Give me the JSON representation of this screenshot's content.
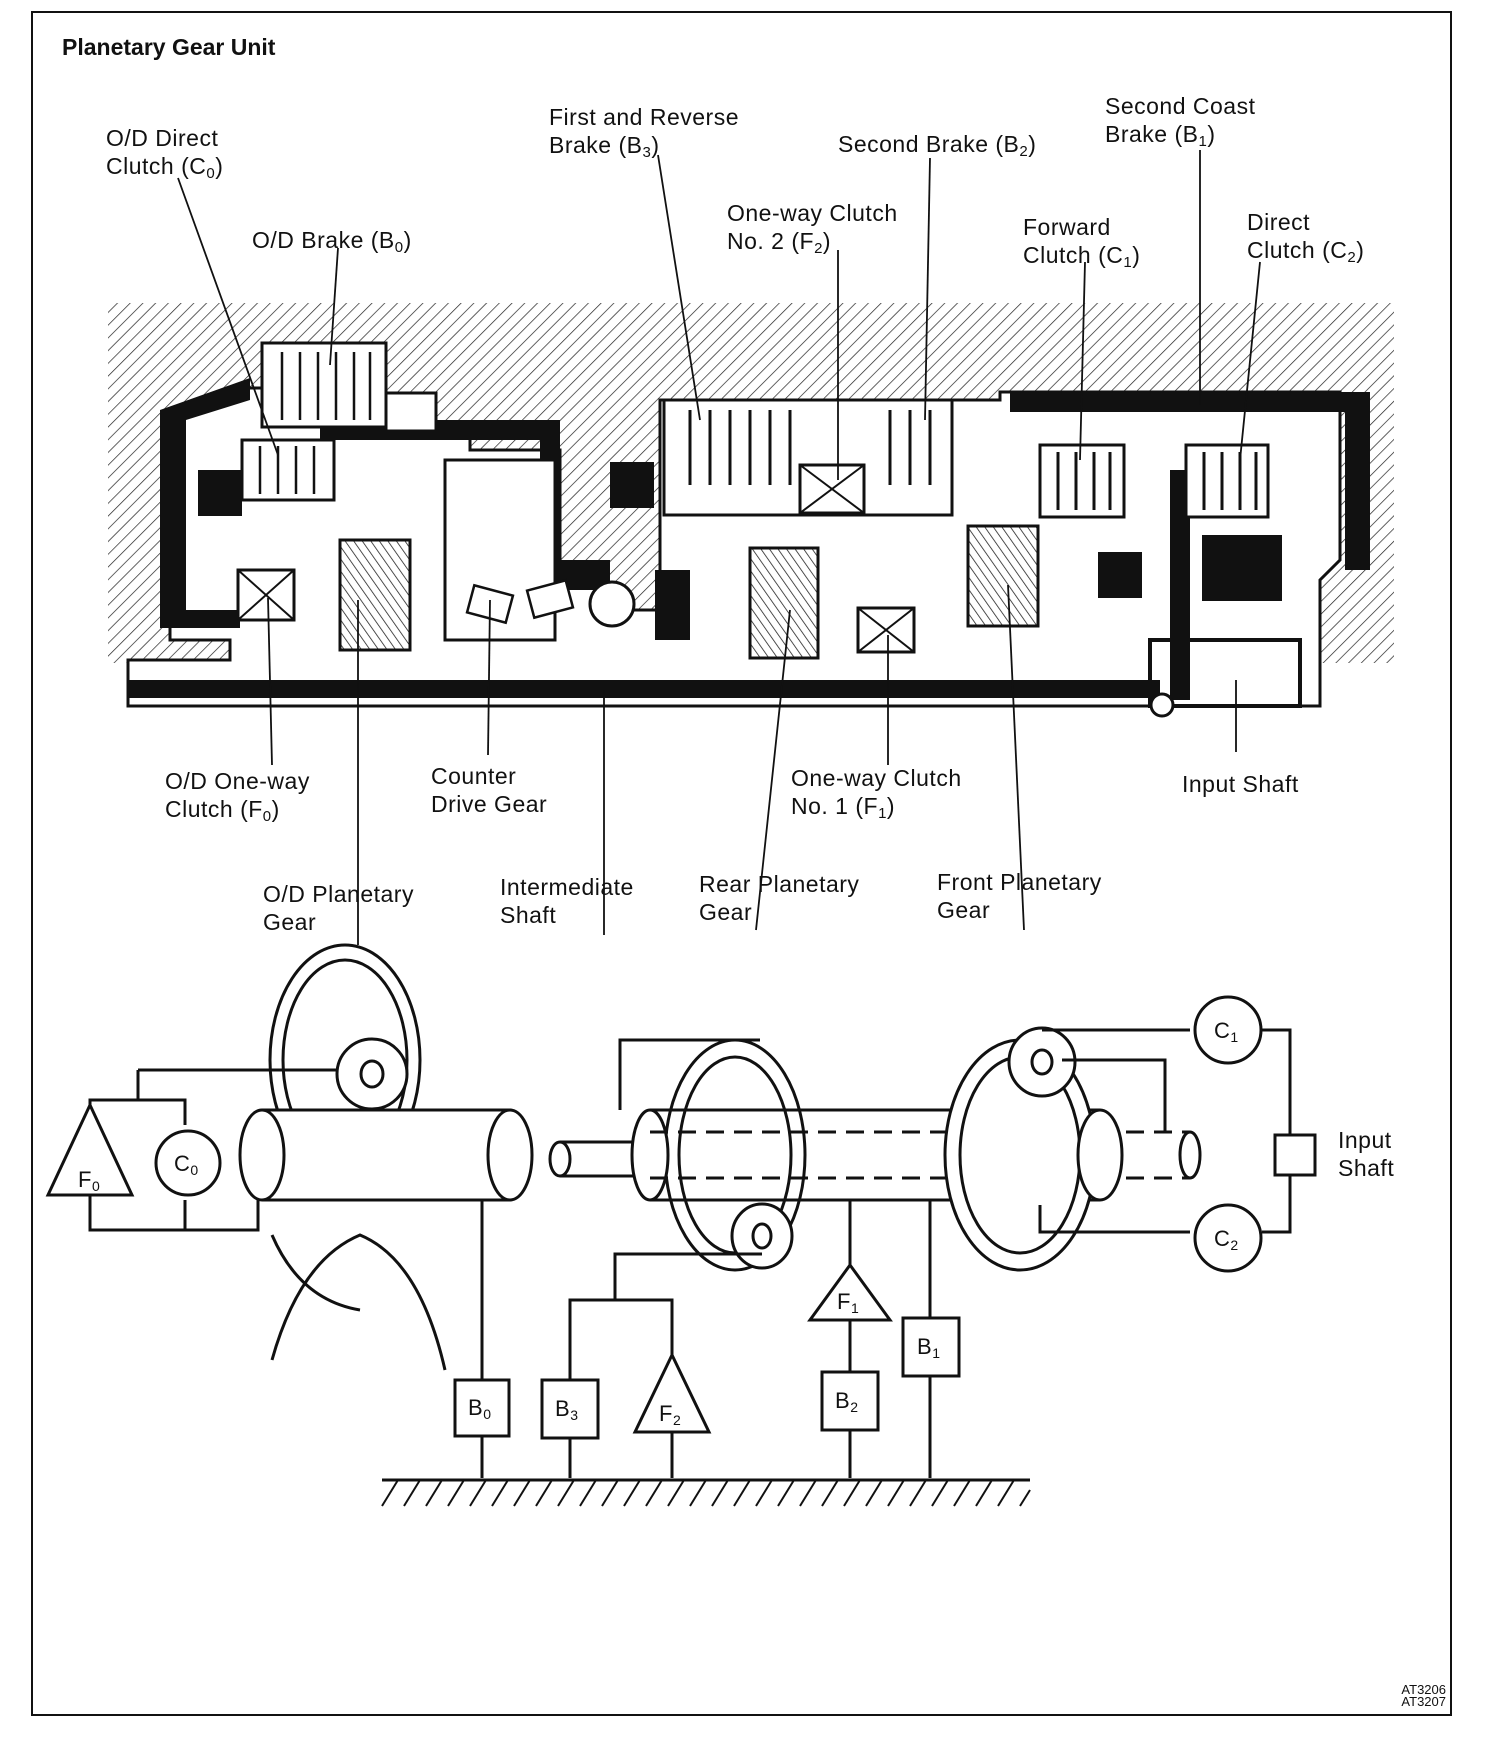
{
  "title": "Planetary Gear Unit",
  "codes": [
    "AT3206",
    "AT3207"
  ],
  "labels": {
    "od_direct_clutch": [
      "O/D Direct",
      "Clutch (C",
      "0",
      ")"
    ],
    "od_brake": [
      "O/D Brake (B",
      "0",
      ")"
    ],
    "first_reverse_brake": [
      "First and Reverse",
      "Brake (B",
      "3",
      ")"
    ],
    "second_brake": [
      "Second Brake (B",
      "2",
      ")"
    ],
    "oneway_clutch_2": [
      "One-way Clutch",
      "No. 2 (F",
      "2",
      ")"
    ],
    "second_coast_brake": [
      "Second Coast",
      "Brake (B",
      "1",
      ")"
    ],
    "forward_clutch": [
      "Forward",
      "Clutch (C",
      "1",
      ")"
    ],
    "direct_clutch": [
      "Direct",
      "Clutch (C",
      "2",
      ")"
    ],
    "od_oneway_clutch": [
      "O/D One-way",
      "Clutch (F",
      "0",
      ")"
    ],
    "counter_drive_gear": [
      "Counter",
      "Drive Gear"
    ],
    "oneway_clutch_1": [
      "One-way Clutch",
      "No. 1 (F",
      "1",
      ")"
    ],
    "input_shaft_top": "Input Shaft",
    "od_planetary_gear": [
      "O/D Planetary",
      "Gear"
    ],
    "intermediate_shaft": [
      "Intermediate",
      "Shaft"
    ],
    "rear_planetary_gear": [
      "Rear Planetary",
      "Gear"
    ],
    "front_planetary_gear": [
      "Front Planetary",
      "Gear"
    ],
    "input_shaft_bottom": [
      "Input",
      "Shaft"
    ]
  },
  "symbols": {
    "F0": [
      "F",
      "0"
    ],
    "C0": [
      "C",
      "0"
    ],
    "C1": [
      "C",
      "1"
    ],
    "C2": [
      "C",
      "2"
    ],
    "B0": [
      "B",
      "0"
    ],
    "B1": [
      "B",
      "1"
    ],
    "B2": [
      "B",
      "2"
    ],
    "B3": [
      "B",
      "3"
    ],
    "F1": [
      "F",
      "1"
    ],
    "F2": [
      "F",
      "2"
    ]
  },
  "colors": {
    "ink": "#111111",
    "paper": "#ffffff"
  }
}
